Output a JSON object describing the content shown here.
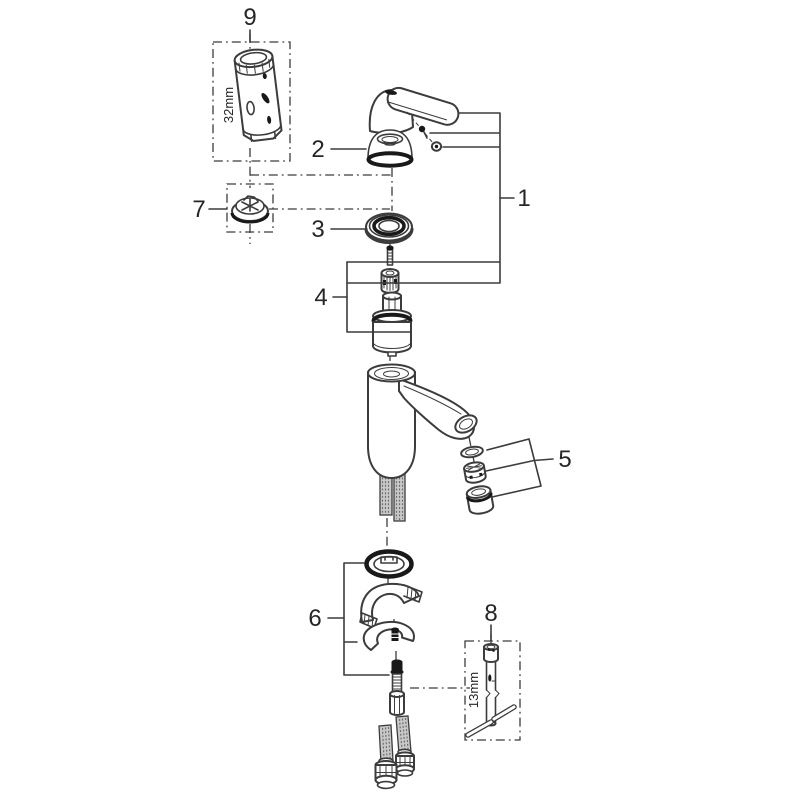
{
  "diagram": {
    "type": "exploded-parts-diagram",
    "colors": {
      "background": "#ffffff",
      "line": "#3c3c3c",
      "dark_fill": "#191919",
      "hose_gray": "#c9c9c9"
    },
    "callouts": {
      "1": "1",
      "2": "2",
      "3": "3",
      "4": "4",
      "5": "5",
      "6": "6",
      "7": "7",
      "8": "8",
      "9": "9"
    },
    "dimension_labels": {
      "socket_32mm": "32mm",
      "socket_13mm": "13mm"
    }
  }
}
